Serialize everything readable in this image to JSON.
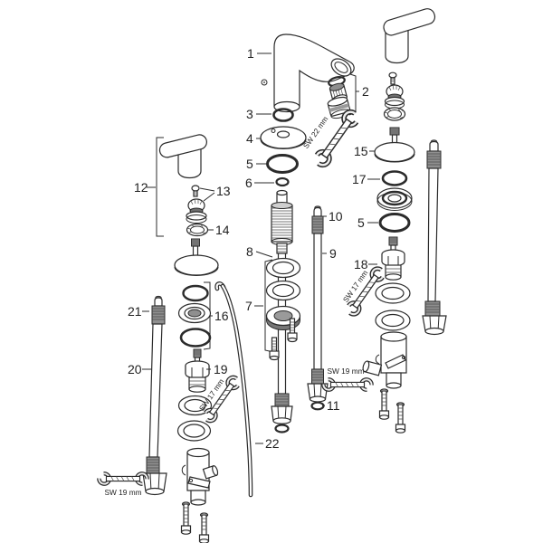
{
  "diagram": {
    "kind": "faucet-exploded-parts-diagram",
    "background": "#ffffff",
    "ink": "#2b2b2b",
    "callouts": {
      "n1": "1",
      "n2": "2",
      "n3": "3",
      "n4": "4",
      "n5": "5",
      "n5b": "5",
      "n6": "6",
      "n7": "7",
      "n8": "8",
      "n9": "9",
      "n10": "10",
      "n11": "11",
      "n12": "12",
      "n13": "13",
      "n14": "14",
      "n15": "15",
      "n16": "16",
      "n17": "17",
      "n18": "18",
      "n19": "19",
      "n20": "20",
      "n21": "21",
      "n22": "22"
    },
    "wrench_labels": {
      "sw22": "SW 22 mm",
      "sw17_right": "SW 17 mm",
      "sw17_left": "SW 17 mm",
      "sw19_center": "SW 19 mm",
      "sw19_left": "SW 19 mm"
    }
  }
}
